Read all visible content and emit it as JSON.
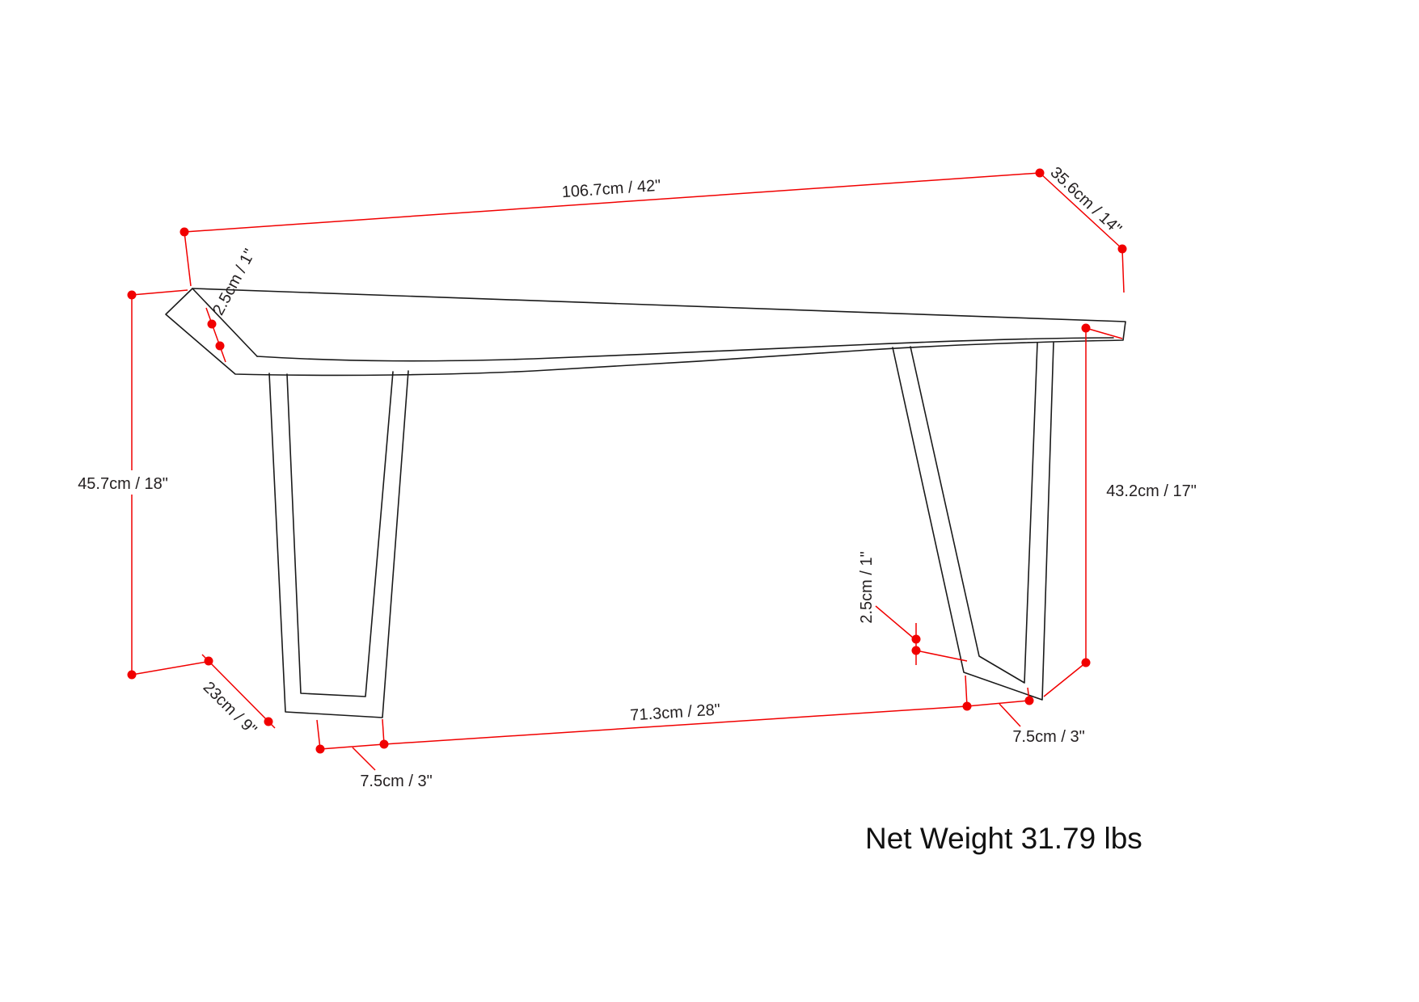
{
  "title": "Bench dimension diagram",
  "labels": {
    "top_width": "106.7cm / 42\"",
    "top_depth": "35.6cm / 14\"",
    "top_thickness": "2.5cm / 1\"",
    "overall_height": "45.7cm / 18\"",
    "leg_height": "43.2cm / 17\"",
    "leg_span": "71.3cm / 28\"",
    "foot_length": "23cm / 9\"",
    "foot_width_left": "7.5cm / 3\"",
    "foot_width_right": "7.5cm / 3\"",
    "foot_thickness": "2.5cm / 1\"",
    "net_weight": "Net Weight 31.79 lbs"
  },
  "colors": {
    "dimension_red": "#f10000",
    "outline_black": "#1a1a1a",
    "background": "#ffffff"
  }
}
